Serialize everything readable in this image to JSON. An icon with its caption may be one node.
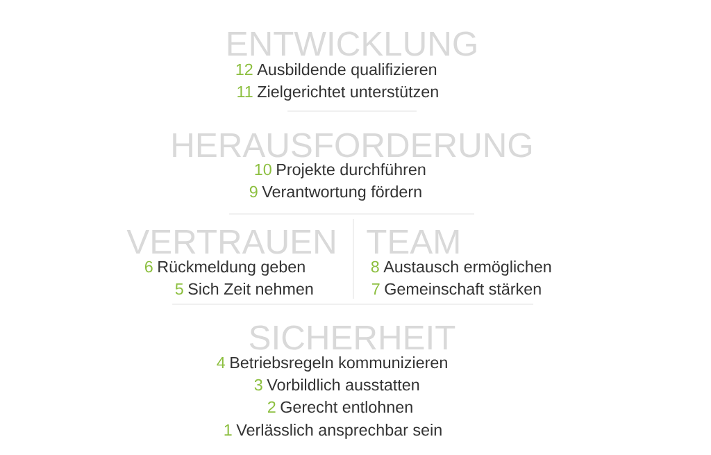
{
  "diagram": {
    "labels": [
      "ENTWICKLUNG",
      "12",
      "Ausbildende qualifizieren",
      "11",
      "Zielgerichtet unterstützen",
      "HERAUSFORDERUNG",
      "10",
      "Projekte durchführen",
      "9",
      "Verantwortung fördern",
      "VERTRAUEN",
      "TEAM",
      "6",
      "Rückmeldung geben",
      "8",
      "Austausch ermöglichen",
      "5",
      "Sich Zeit nehmen",
      "7",
      "Gemeinschaft stärken",
      "SICHERHEIT",
      "4",
      "Betriebsregeln kommunizieren",
      "3",
      "Vorbildlich ausstatten",
      "2",
      "Gerecht entlohnen",
      "1",
      "Verlässlich ansprechbar sein"
    ]
  }
}
